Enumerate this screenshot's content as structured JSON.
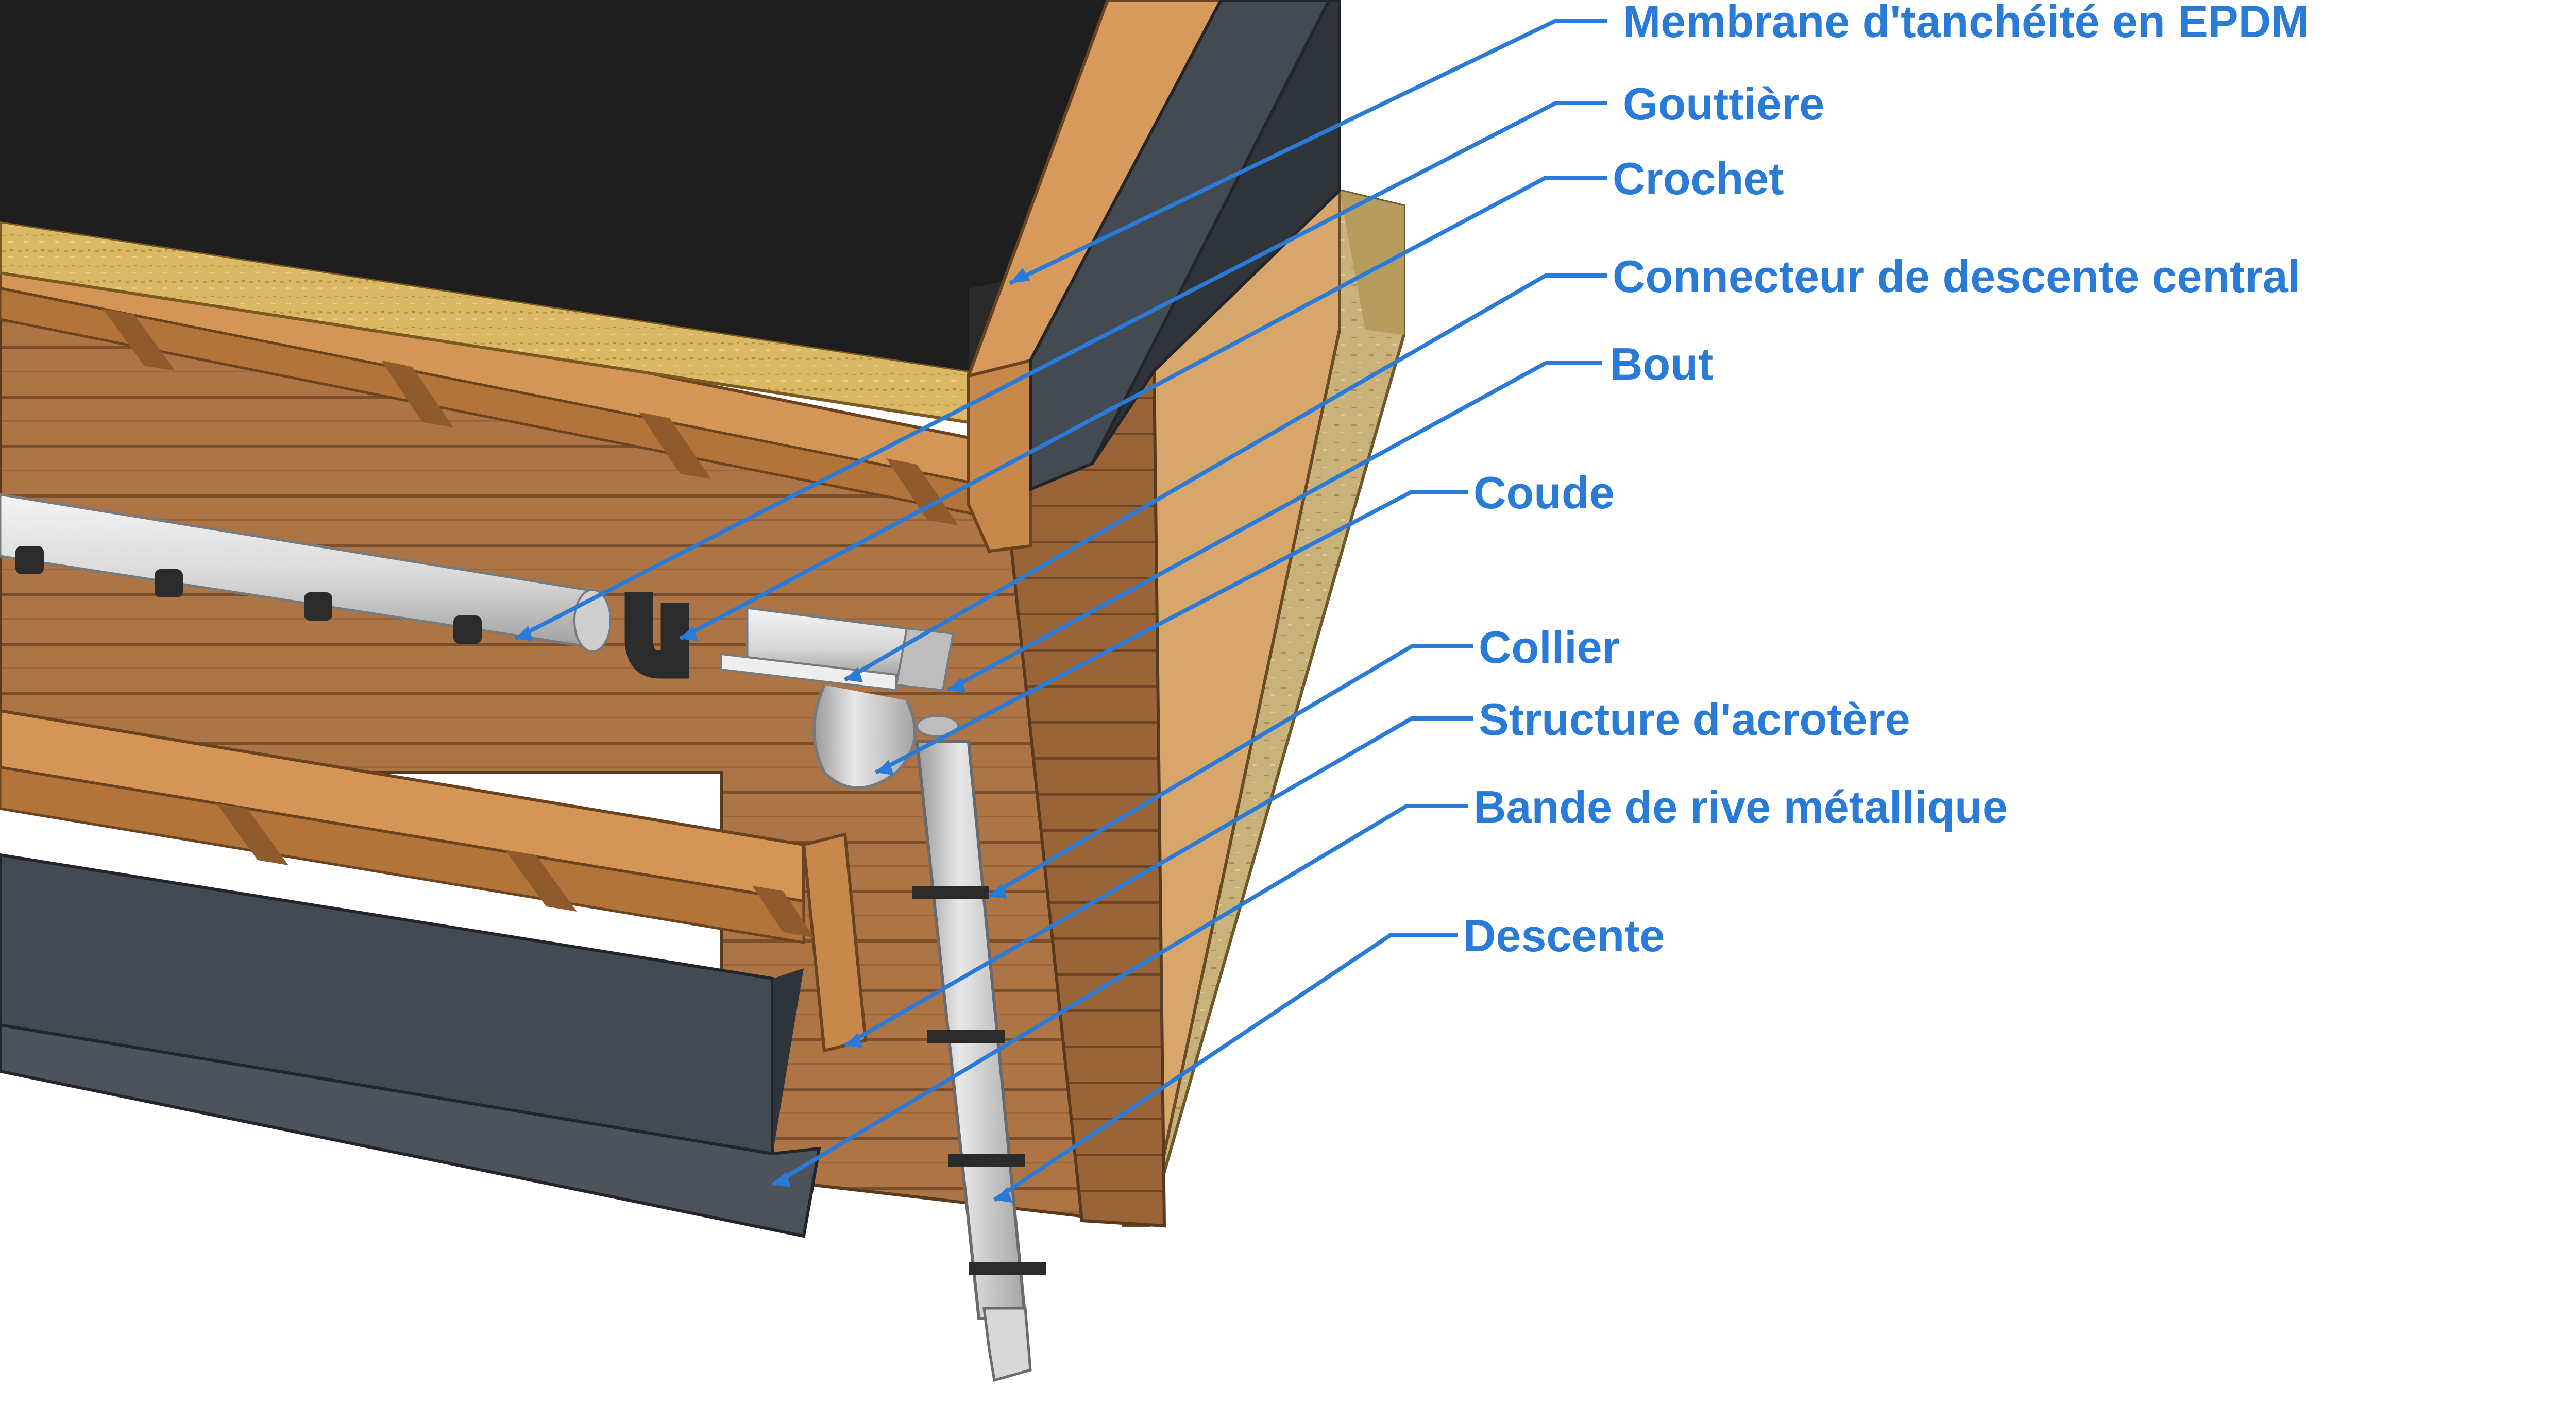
{
  "diagram": {
    "labels": [
      {
        "id": "membrane",
        "text": "Membrane d'tanchéité en EPDM"
      },
      {
        "id": "gouttiere",
        "text": "Gouttière"
      },
      {
        "id": "crochet",
        "text": "Crochet"
      },
      {
        "id": "connecteur",
        "text": "Connecteur de descente central"
      },
      {
        "id": "bout",
        "text": "Bout"
      },
      {
        "id": "coude",
        "text": "Coude"
      },
      {
        "id": "collier",
        "text": "Collier"
      },
      {
        "id": "structure",
        "text": "Structure d'acrotère"
      },
      {
        "id": "bande",
        "text": "Bande de rive métallique"
      },
      {
        "id": "descente",
        "text": "Descente"
      }
    ]
  },
  "colors": {
    "label": "#2a7ad8",
    "leader": "#2a7ad8",
    "membrane": "#1e1e1e",
    "osb": "#d9b565",
    "wood": "#c88a4c",
    "cladding": "#ad7545",
    "metal": "#444a52",
    "pvc": "#dcdcdc"
  }
}
